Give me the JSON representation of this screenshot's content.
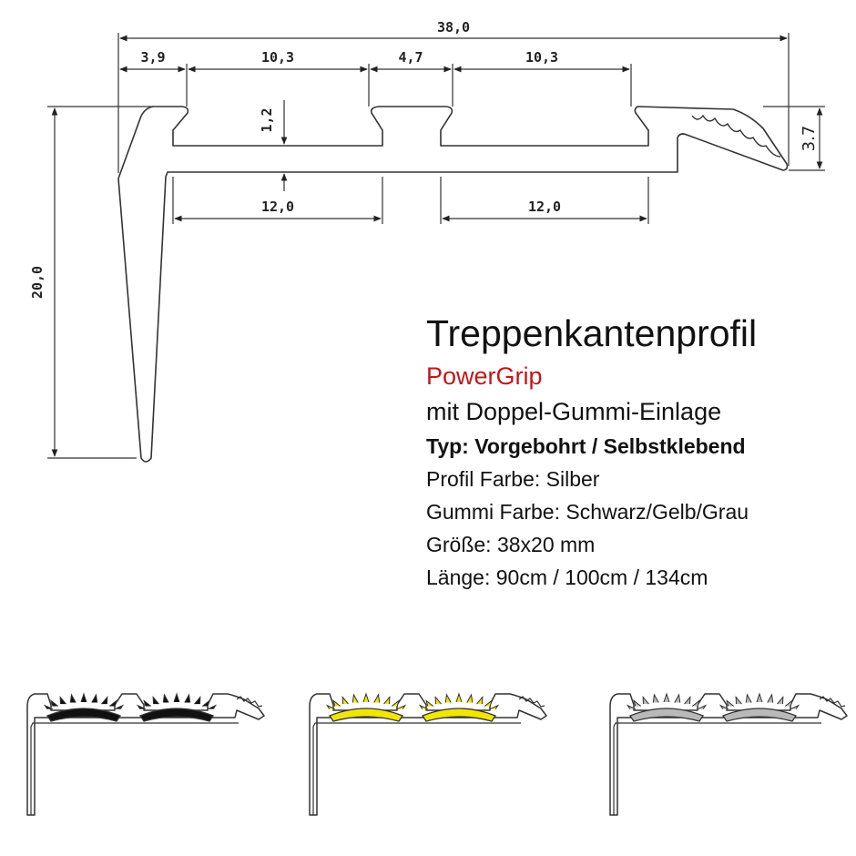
{
  "dimensions": {
    "total_width": "38,0",
    "segments": [
      "3,9",
      "10,3",
      "4,7",
      "10,3"
    ],
    "channel_depth": "1,2",
    "channel_widths": [
      "12,0",
      "12,0"
    ],
    "height": "20,0",
    "nose_height": "3.7"
  },
  "info": {
    "title": "Treppenkantenprofil",
    "brand": "PowerGrip",
    "subtitle": "mit Doppel-Gummi-Einlage",
    "type_line": "Typ: Vorgebohrt / Selbstklebend",
    "profile_color": "Profil Farbe: Silber",
    "rubber_color": "Gummi Farbe: Schwarz/Gelb/Grau",
    "size": "Größe: 38x20 mm",
    "length": "Länge: 90cm / 100cm / 134cm"
  },
  "variants": [
    {
      "name": "Schwarz",
      "color": "#111111"
    },
    {
      "name": "Gelb",
      "color": "#f2e600"
    },
    {
      "name": "Grau",
      "color": "#b9b9b9"
    }
  ]
}
